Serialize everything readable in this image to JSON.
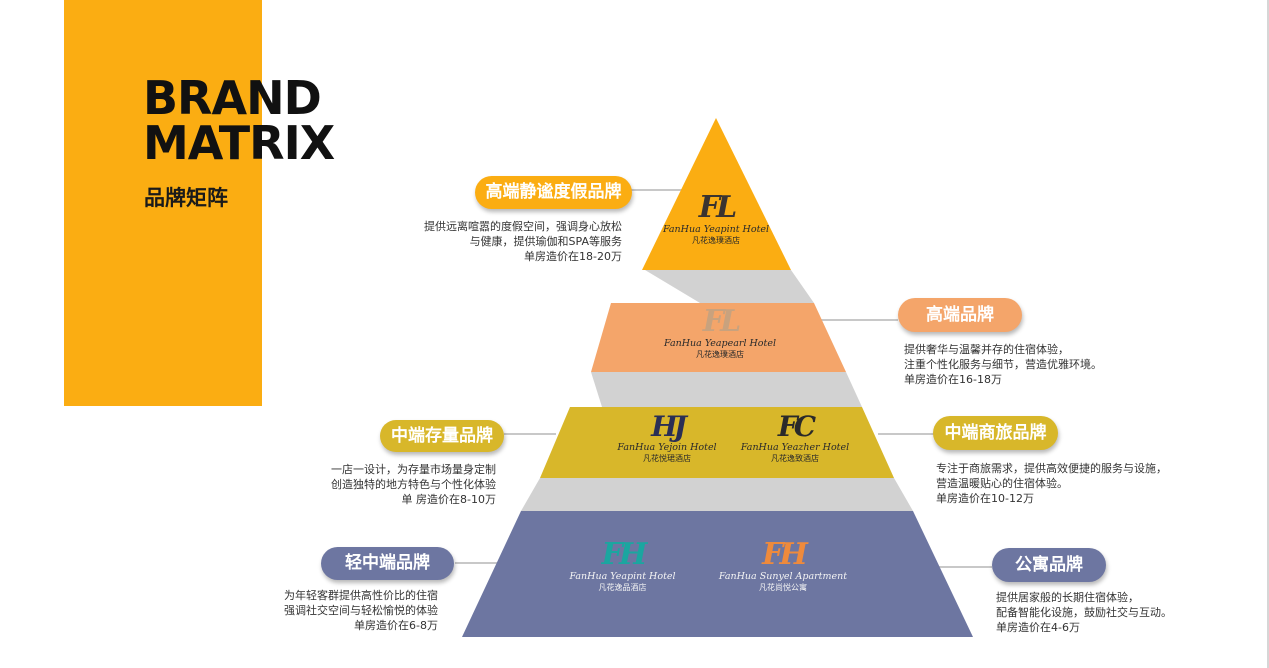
{
  "header": {
    "title_line1": "BRAND",
    "title_line2": "MATRIX",
    "subtitle": "品牌矩阵"
  },
  "colors": {
    "brand_yellow": "#FBAD12",
    "tier1": "#FBAD12",
    "tier2": "#F4A56A",
    "tier3": "#D8B72A",
    "tier4": "#6D76A1",
    "connector_gray": "#D2D2D2"
  },
  "tiers": [
    {
      "name": "高端静谧度假品牌",
      "description": [
        "提供远离喧嚣的度假空间，强调身心放松",
        "与健康，提供瑜伽和SPA等服务",
        "单房造价在18-20万"
      ],
      "logos": [
        {
          "monogram": "FL",
          "name_en": "FanHua Yeapint Hotel",
          "name_cn": "凡花逸璞酒店"
        }
      ]
    },
    {
      "name": "高端品牌",
      "description": [
        "提供奢华与温馨并存的住宿体验，",
        "注重个性化服务与细节，营造优雅环境。",
        "单房造价在16-18万"
      ],
      "logos": [
        {
          "monogram": "FL",
          "name_en": "FanHua Yeapearl Hotel",
          "name_cn": "凡花逸璞酒店"
        }
      ]
    },
    {
      "left_name": "中端存量品牌",
      "left_description": [
        "一店一设计，为存量市场量身定制",
        "创造独特的地方特色与个性化体验",
        "单 房造价在8-10万"
      ],
      "right_name": "中端商旅品牌",
      "right_description": [
        "专注于商旅需求，提供高效便捷的服务与设施，",
        "营造温暖贴心的住宿体验。",
        "单房造价在10-12万"
      ],
      "logos": [
        {
          "monogram": "HJ",
          "name_en": "FanHua Yejoin Hotel",
          "name_cn": "凡花悦珺酒店"
        },
        {
          "monogram": "FC",
          "name_en": "FanHua Yeazher Hotel",
          "name_cn": "凡花逸致酒店"
        }
      ]
    },
    {
      "left_name": "轻中端品牌",
      "left_description": [
        "为年轻客群提供高性价比的住宿",
        "强调社交空间与轻松愉悦的体验",
        "单房造价在6-8万"
      ],
      "right_name": "公寓品牌",
      "right_description": [
        "提供居家般的长期住宿体验，",
        "配备智能化设施，鼓励社交与互动。",
        "单房造价在4-6万"
      ],
      "logos": [
        {
          "monogram": "FH",
          "name_en": "FanHua Yeapint Hotel",
          "name_cn": "凡花逸品酒店"
        },
        {
          "monogram": "FH",
          "name_en": "FanHua Sunyel Apartment",
          "name_cn": "凡花尚悦公寓"
        }
      ]
    }
  ]
}
